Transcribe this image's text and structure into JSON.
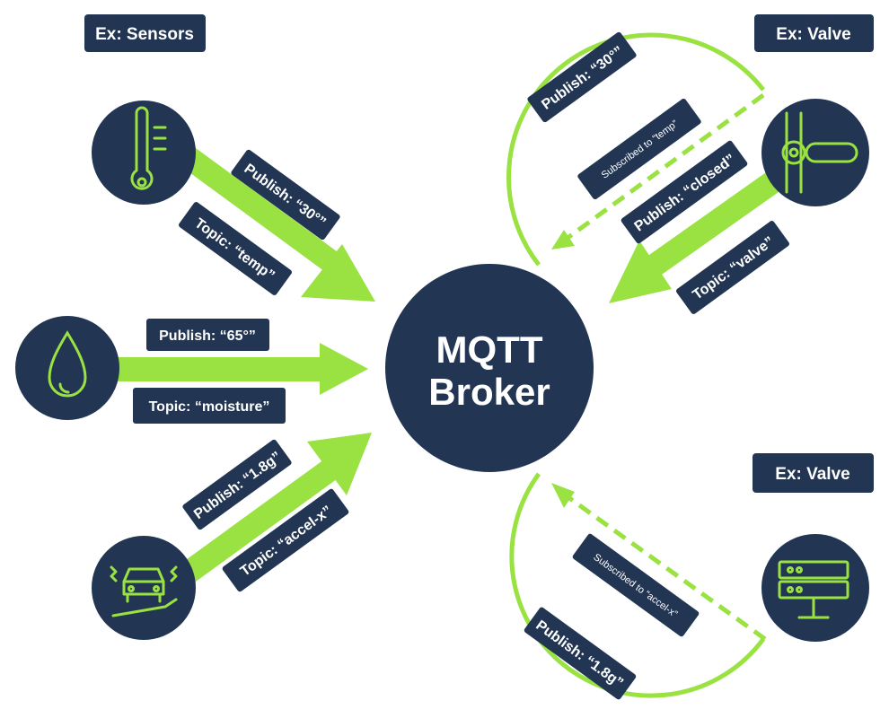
{
  "colors": {
    "navy": "#223654",
    "green": "#99e241",
    "white": "#ffffff"
  },
  "broker": {
    "line1": "MQTT",
    "line2": "Broker"
  },
  "headers": {
    "sensors": "Ex: Sensors",
    "valve_top": "Ex: Valve",
    "valve_bottom": "Ex: Valve"
  },
  "devices": {
    "thermometer": {
      "icon": "thermometer-icon",
      "publish": "Publish: “30°”",
      "topic": "Topic: “temp”"
    },
    "moisture": {
      "icon": "water-drop-icon",
      "publish": "Publish: “65°”",
      "topic": "Topic: “moisture”"
    },
    "car": {
      "icon": "car-skid-icon",
      "publish": "Publish: “1.8g”",
      "topic": "Topic: “accel-x”"
    },
    "valve": {
      "icon": "valve-icon",
      "received": "Publish: “30°”",
      "subscription": "Subscribed to “temp”",
      "publish": "Publish: “closed”",
      "topic": "Topic: “valve”"
    },
    "server": {
      "icon": "server-icon",
      "received": "Publish: “1.8g”",
      "subscription": "Subscribed to “accel-x”"
    }
  }
}
